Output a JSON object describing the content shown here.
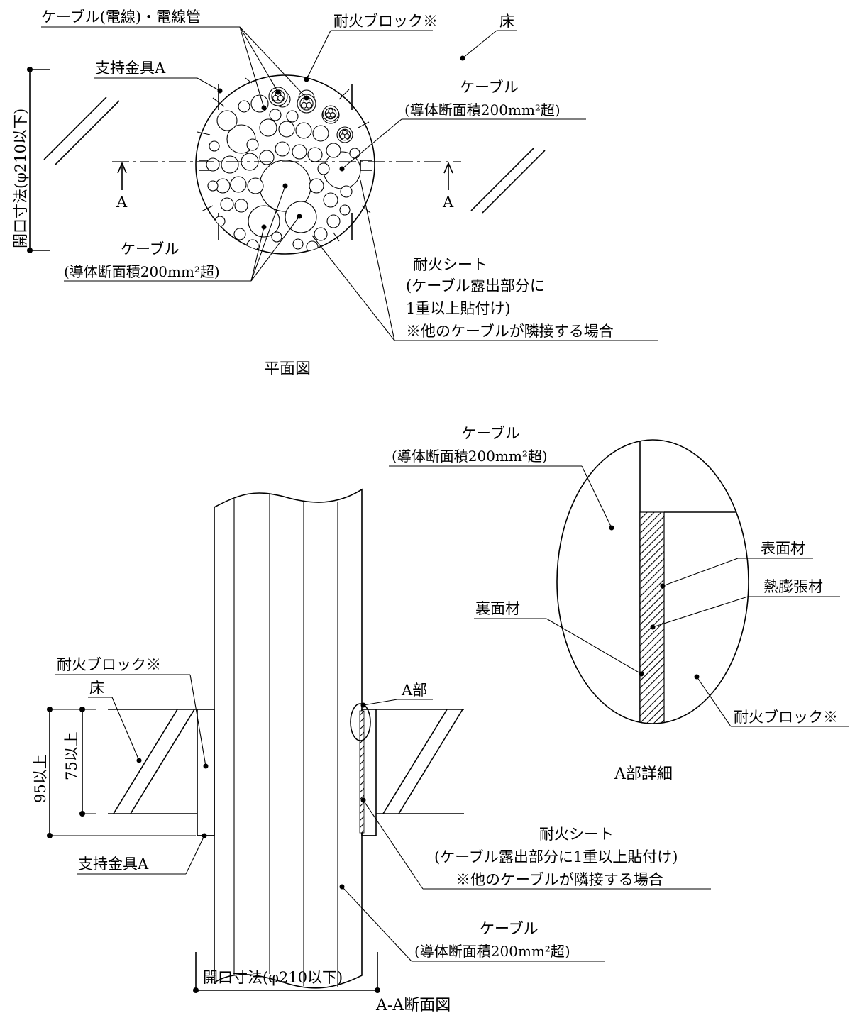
{
  "plan": {
    "title": "平面図",
    "cable_wire_conduit": "ケーブル(電線)・電線管",
    "fire_block": "耐火ブロック※",
    "floor": "床",
    "support_bracket": "支持金具A",
    "cable_upper_1": "ケーブル",
    "cable_upper_2": "(導体断面積200mm²超)",
    "cable_lower_1": "ケーブル",
    "cable_lower_2": "(導体断面積200mm²超)",
    "opening_size": "開口寸法(φ210以下)",
    "section_mark": "A",
    "fire_sheet_1": "耐火シート",
    "fire_sheet_2": "(ケーブル露出部分に",
    "fire_sheet_3": "1重以上貼付け)",
    "fire_sheet_4": "※他のケーブルが隣接する場合"
  },
  "section": {
    "title": "A-A断面図",
    "fire_block": "耐火ブロック※",
    "floor": "床",
    "dim_95": "95以上",
    "dim_75": "75以上",
    "support_bracket": "支持金具A",
    "part_a": "A部",
    "fire_sheet_1": "耐火シート",
    "fire_sheet_2": "(ケーブル露出部分に1重以上貼付け)",
    "fire_sheet_3": "※他のケーブルが隣接する場合",
    "cable_1": "ケーブル",
    "cable_2": "(導体断面積200mm²超)",
    "cable_top_1": "ケーブル",
    "cable_top_2": "(導体断面積200mm²超)",
    "opening_size": "開口寸法(φ210以下)"
  },
  "detail": {
    "title": "A部詳細",
    "surface_material": "表面材",
    "intumescent_material": "熱膨張材",
    "back_material": "裏面材",
    "fire_block": "耐火ブロック※"
  }
}
